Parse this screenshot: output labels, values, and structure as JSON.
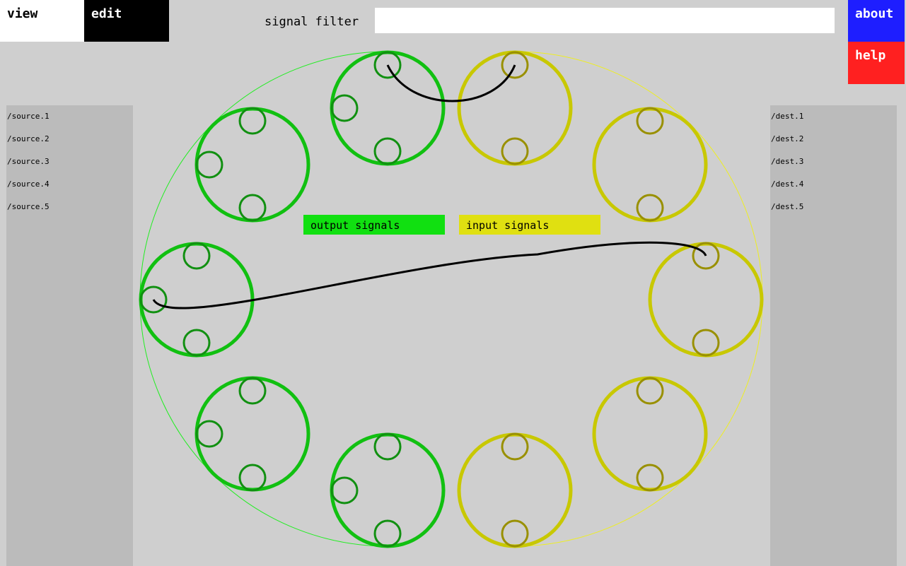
{
  "tabs": {
    "view": "view",
    "edit": "edit"
  },
  "header": {
    "filter_label": "signal filter",
    "filter_value": ""
  },
  "buttons": {
    "about": "about",
    "help": "help"
  },
  "sources": [
    "/source.1",
    "/source.2",
    "/source.3",
    "/source.4",
    "/source.5"
  ],
  "destinations": [
    "/dest.1",
    "/dest.2",
    "/dest.3",
    "/dest.4",
    "/dest.5"
  ],
  "legend": {
    "output": {
      "label": "output signals",
      "color": "#11e011"
    },
    "input": {
      "label": "input signals",
      "color": "#e0e011"
    }
  },
  "colors": {
    "output_device": "#11c011",
    "output_signal": "#119011",
    "input_device": "#c8c800",
    "input_signal": "#999000",
    "ring_output": "#22ee22",
    "ring_input": "#eeee22",
    "connection": "#000000"
  }
}
